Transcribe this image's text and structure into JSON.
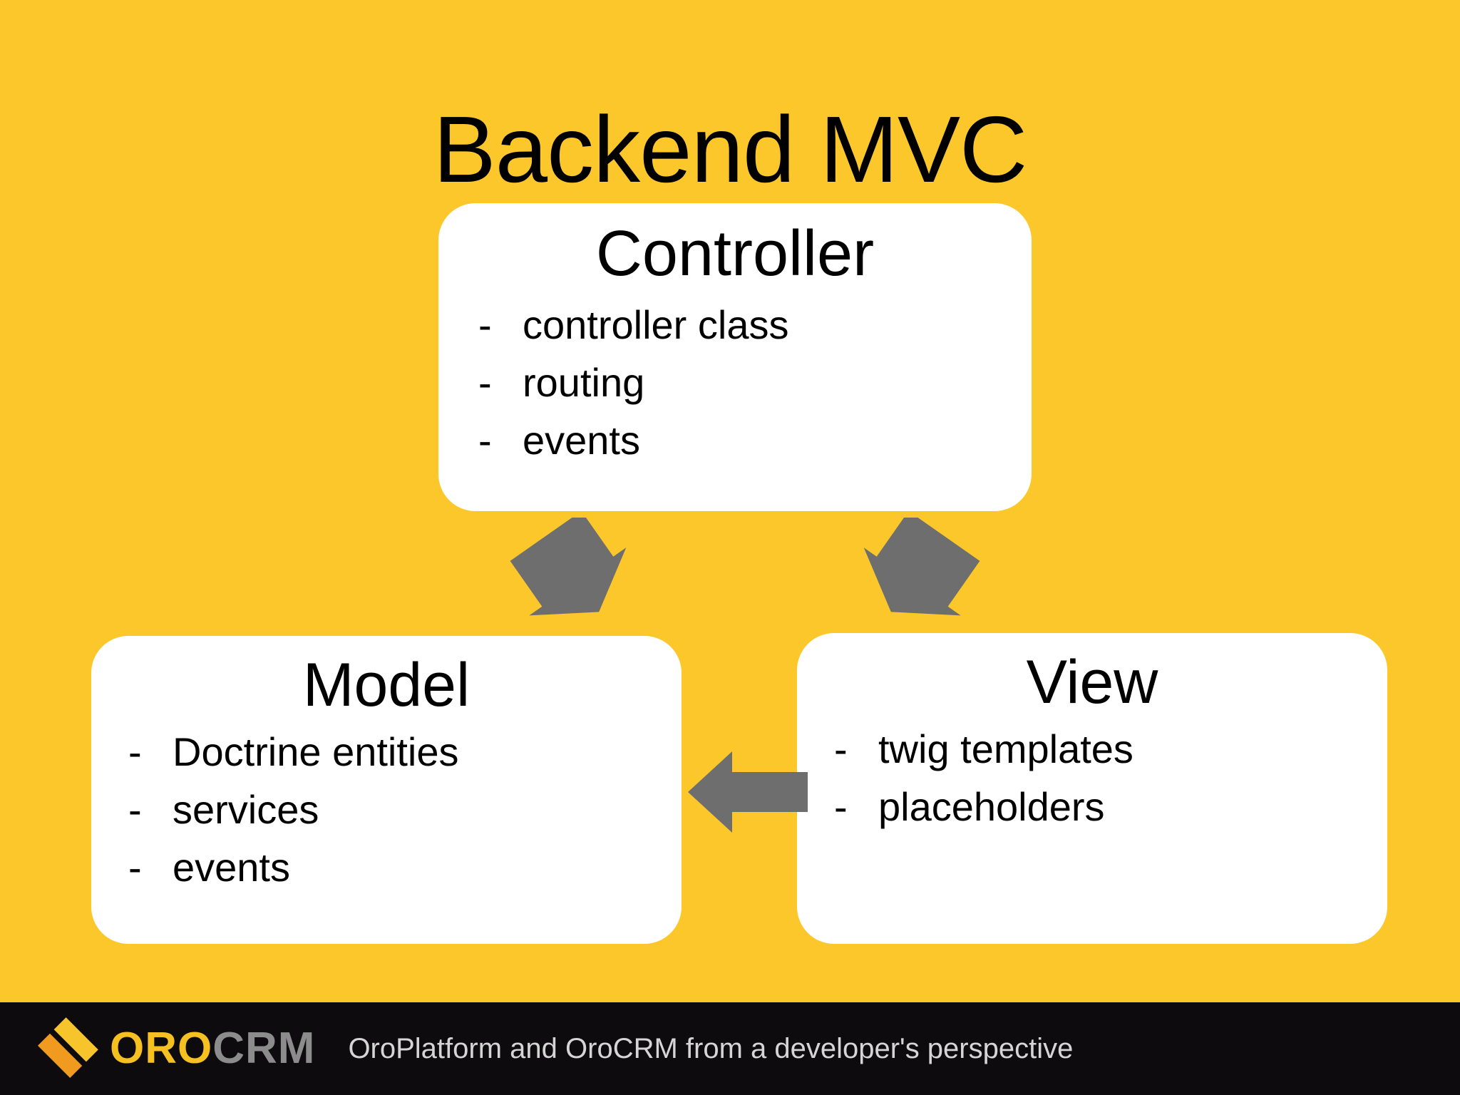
{
  "slide": {
    "title": "Backend MVC",
    "background_color": "#FCC72A",
    "card_color": "#FFFFFF",
    "arrow_color": "#6E6E6E"
  },
  "cards": {
    "controller": {
      "title": "Controller",
      "bullets": [
        {
          "marker": "-",
          "text": "controller class"
        },
        {
          "marker": "-",
          "text": "routing"
        },
        {
          "marker": "-",
          "text": "events"
        }
      ]
    },
    "model": {
      "title": "Model",
      "bullets": [
        {
          "marker": "-",
          "text": "Doctrine entities"
        },
        {
          "marker": "-",
          "text": "services"
        },
        {
          "marker": "-",
          "text": "events"
        }
      ]
    },
    "view": {
      "title": "View",
      "bullets": [
        {
          "marker": "-",
          "text": "twig templates"
        },
        {
          "marker": "-",
          "text": "placeholders"
        }
      ]
    }
  },
  "arrows": [
    {
      "name": "controller-to-model-arrow",
      "direction": "down-left"
    },
    {
      "name": "controller-to-view-arrow",
      "direction": "down-right"
    },
    {
      "name": "view-to-model-arrow",
      "direction": "left"
    }
  ],
  "footer": {
    "logo": {
      "oro": "ORO",
      "crm": "CRM",
      "oro_color": "#F5C020",
      "crm_color": "#8C8C8C"
    },
    "tagline": "OroPlatform and OroCRM from a developer's perspective",
    "background_color": "#0D0B0D"
  }
}
